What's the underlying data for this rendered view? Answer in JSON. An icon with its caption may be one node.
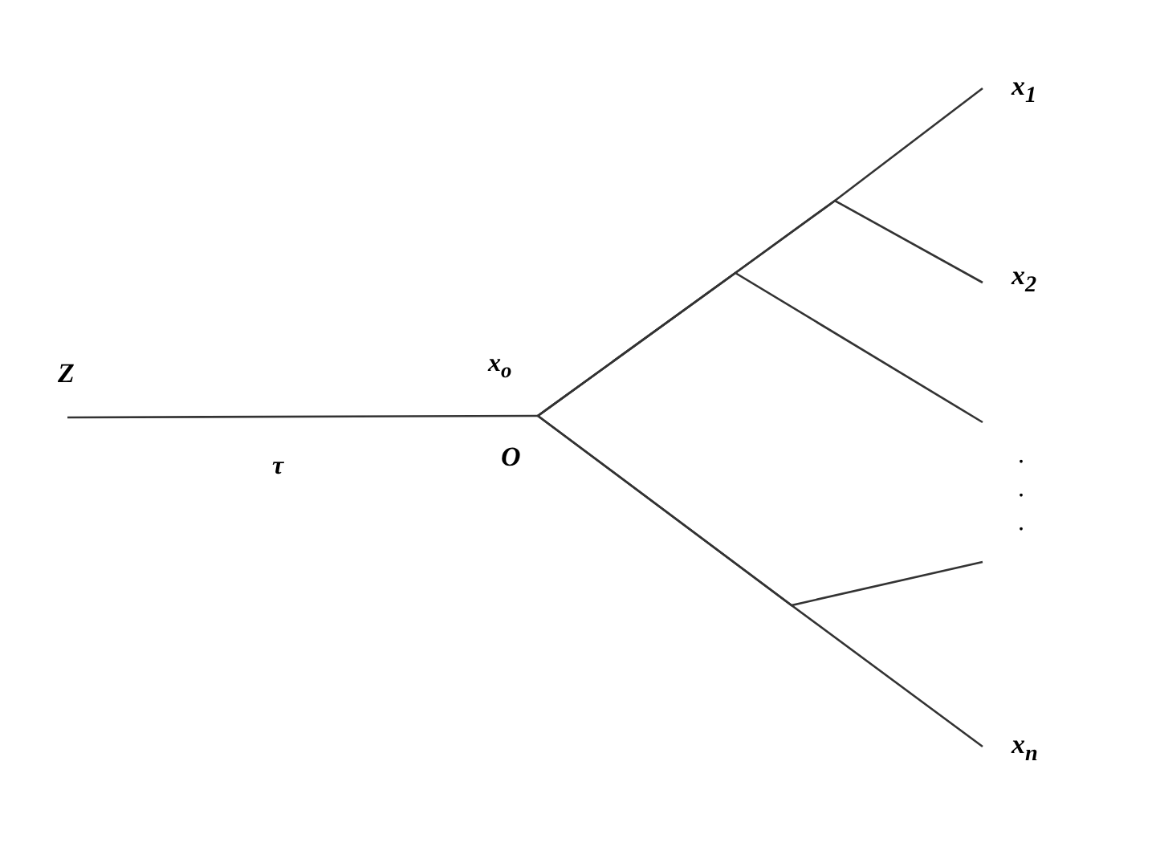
{
  "diagram": {
    "nodes": [
      {
        "text": [
          "Z"
        ]
      },
      {
        "text": [
          "O"
        ],
        "beside": [
          "x$_{o}$"
        ]
      },
      {
        "text": [
          "x$_{1}$"
        ]
      },
      {
        "text": [
          "x$_{2}$"
        ]
      },
      {
        "text": [
          "x$_{n}$"
        ]
      }
    ],
    "edges": [
      {
        "from": 0,
        "to": 1,
        "arrow": "none",
        "label": "τ"
      },
      {
        "from": 1,
        "to": 2,
        "arrow": "none"
      },
      {
        "from": 1,
        "to": 3,
        "arrow": "none"
      },
      {
        "from": 1,
        "to": null,
        "arrow": "none"
      },
      {
        "from": 1,
        "to": 4,
        "arrow": "none"
      },
      {
        "from": 1,
        "to": null,
        "arrow": "none"
      }
    ],
    "labels": [
      ".",
      ".",
      "."
    ]
  }
}
